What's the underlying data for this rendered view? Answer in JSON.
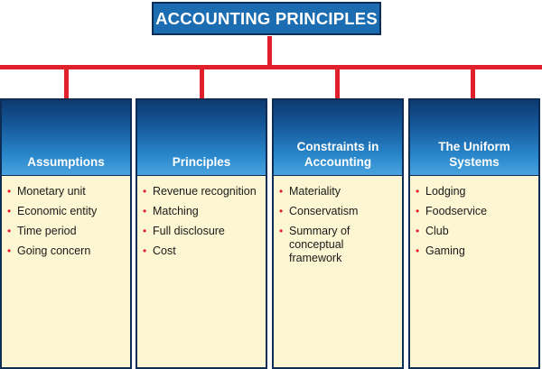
{
  "title": "ACCOUNTING PRINCIPLES",
  "colors": {
    "title_box": "#1b6cb0",
    "connector": "#e0202a",
    "box_body": "#fdf6d2",
    "header_gradient_top": "#0d3a70",
    "header_gradient_bottom": "#4aa3de",
    "bullet": "#e0202a"
  },
  "categories": [
    {
      "heading": "Assumptions",
      "items": [
        "Monetary unit",
        "Economic entity",
        "Time period",
        "Going concern"
      ]
    },
    {
      "heading": "Principles",
      "items": [
        "Revenue recognition",
        "Matching",
        "Full disclosure",
        "Cost"
      ]
    },
    {
      "heading": "Constraints in Accounting",
      "items": [
        "Materiality",
        "Conservatism",
        "Summary of conceptual framework"
      ]
    },
    {
      "heading": "The Uniform Systems",
      "items": [
        "Lodging",
        "Foodservice",
        "Club",
        "Gaming"
      ]
    }
  ],
  "bullet_glyph": "•"
}
